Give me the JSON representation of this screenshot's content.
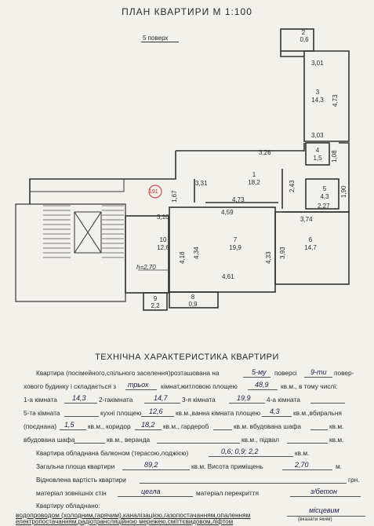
{
  "header": {
    "title": "ПЛАН КВАРТИРИ М 1:100",
    "floor": "5 поверх"
  },
  "plan": {
    "balcony": {
      "num": "2",
      "area": "0,6",
      "dim": "3,01"
    },
    "rooms": [
      {
        "num": "1",
        "area": "18,2"
      },
      {
        "num": "3",
        "area": "14,3"
      },
      {
        "num": "4",
        "area": "1,5"
      },
      {
        "num": "5",
        "area": "4,3"
      },
      {
        "num": "6",
        "area": "14,7"
      },
      {
        "num": "7",
        "area": "19,9"
      },
      {
        "num": "8",
        "area": "0,9"
      },
      {
        "num": "9",
        "area": "2,2"
      },
      {
        "num": "10",
        "area": "12,6"
      }
    ],
    "dims": {
      "d473a": "4,73",
      "d303": "3,03",
      "d326": "3,26",
      "d108": "1,08",
      "d243": "2,43",
      "d331": "3,31",
      "d167": "1,67",
      "d473b": "4,73",
      "d190": "1,90",
      "d227": "2,27",
      "d310": "3,10",
      "d459": "4,59",
      "d374": "3,74",
      "d418": "4,18",
      "d434": "4,34",
      "d433": "4,33",
      "d393": "3,93",
      "d461": "4,61"
    },
    "stamp": "191",
    "height_note": "h=2,70"
  },
  "tech": {
    "title": "ТЕХНІЧНА ХАРАКТЕРИСТИКА КВАРТИРИ",
    "l1": {
      "a": "Квартира (посімейного,спільного заселення)розташована на",
      "floor": "5-му",
      "b": "поверсі",
      "total": "9-ти",
      "c": "повер-"
    },
    "l2": {
      "a": "хового будинку і складається з",
      "rooms": "трьох",
      "b": "кімнат,житловою площею",
      "living": "48,9",
      "c": "кв.м., в тому числі:"
    },
    "l3": {
      "a": "1-а кімната",
      "r1": "14,3",
      "b": "2-гакімната",
      "r2": "14,7",
      "c": "3-я кімната",
      "r3": "19,9",
      "d": "4-а кімната"
    },
    "l4": {
      "a": "5-та кімната",
      "b": "кухні площею",
      "kitchen": "12,6",
      "c": "кв.м.,ванна кімната площею",
      "bath": "4,3",
      "d": "кв.м.,вбиральня"
    },
    "l5": {
      "a": "(поєднана)",
      "wc": "1,5",
      "b": "кв.м., коридор",
      "corridor": "18,2",
      "c": "кв.м., гардероб",
      "d": "кв.м. вбудована шафа",
      "e": "кв.м."
    },
    "l6": {
      "a": "вбудована шафа",
      "b": "кв.м., веранда",
      "c": "кв.м., підвал",
      "d": "кв.м."
    },
    "l7": {
      "a": "Квартира обладнана балконом (терасою,лоджією)",
      "balcony": "0,6; 0,9; 2,2",
      "b": "кв.м."
    },
    "l8": {
      "a": "Загальна площа квартири",
      "total_area": "89,2",
      "b": "кв.м. Висота приміщень",
      "height": "2,70",
      "c": "м."
    },
    "l9": {
      "a": "Відновлена вартість квартири",
      "b": "грн."
    },
    "l10": {
      "a": "матеріал зовнішніх стін",
      "walls": "цегла",
      "b": "матеріал перекриття",
      "slab": "з/бетон"
    },
    "l11": {
      "a": "Квартиру обладнано:"
    },
    "l12": {
      "a": "водопроводом (холодним,гарячим),каналізацією,газопостачанням,опаленням",
      "heat": "місцевим",
      "note": "(вказати яким)"
    },
    "l13": {
      "a": "електропостачанням,радіотрансляційною мережею,сміттєвидовом,ліфтом"
    }
  }
}
